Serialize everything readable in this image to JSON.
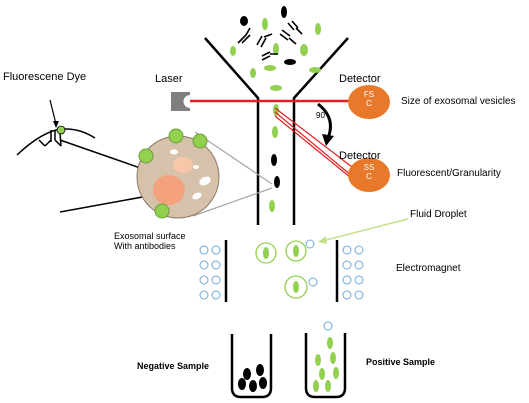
{
  "labels": {
    "fluorescene_dye": "Fluorescene Dye",
    "laser": "Laser",
    "detector_top": "Detector",
    "detector_bottom": "Detector",
    "detector_top_text": [
      "FS",
      "C"
    ],
    "detector_bottom_text": [
      "SS",
      "C"
    ],
    "angle": "90°",
    "size_text": "Size of exosomal vesicles",
    "fluorescent_text": "Fluorescent/Granularity",
    "fluid_droplet": "Fluid Droplet",
    "exosomal_surface": [
      "Exosomal surface",
      "With antibodies"
    ],
    "electromagnet": "Electromagnet",
    "negative_sample": "Negative Sample",
    "positive_sample": "Positive Sample"
  },
  "colors": {
    "green": "#92d050",
    "orange": "#e8792b",
    "laser_red": "#e02020",
    "exosome_fill": "#d6c2aa",
    "blue_ring": "#6fa8dc"
  }
}
